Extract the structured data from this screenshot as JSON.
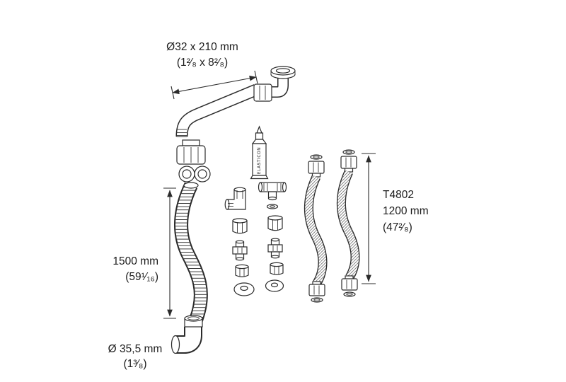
{
  "diagram": {
    "labels": {
      "top_mm": "Ø32 x 210 mm",
      "top_inch": "(1²⁄₈ x 8²⁄₈)",
      "left_mm": "1500 mm",
      "left_inch": "(59¹⁄₁₆)",
      "right_model": "T4802",
      "right_mm": "1200 mm",
      "right_inch": "(47²⁄₈)",
      "bottom_mm": "Ø 35,5 mm",
      "bottom_inch": "(1³⁄₈)",
      "glue": "ELASTICON"
    },
    "colors": {
      "ink": "#2b2b2b",
      "background": "#ffffff"
    }
  }
}
